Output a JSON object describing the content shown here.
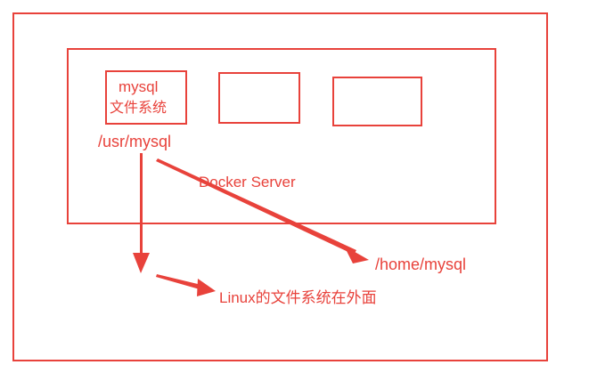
{
  "colors": {
    "stroke": "#e8423b",
    "background": "#ffffff"
  },
  "diagram": {
    "container_name": "mysql",
    "container_fs": "文件系统",
    "container_path": "/usr/mysql",
    "server_label": "Docker Server",
    "host_path": "/home/mysql",
    "host_note": "Linux的文件系统在外面"
  }
}
